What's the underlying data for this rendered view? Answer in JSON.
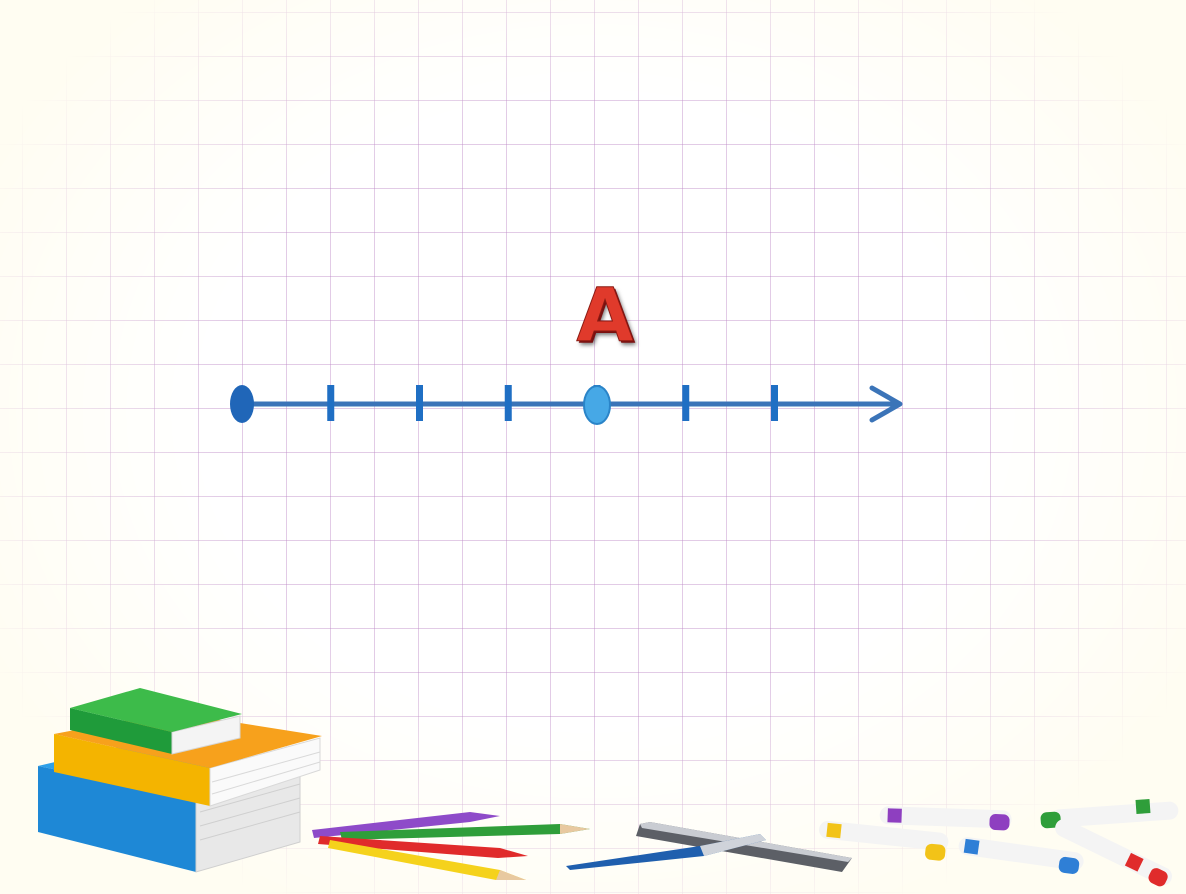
{
  "diagram": {
    "type": "number-line",
    "point_label": "A",
    "origin_marked": true,
    "unit_ticks": 7,
    "point_at_tick": 4,
    "direction": "right"
  },
  "colors": {
    "line": "#3b74b8",
    "tick": "#1f6fc4",
    "origin_point": "#2066b8",
    "point_a": "#46a8e6",
    "label": "#e03a2b",
    "grid": "#c9a3d4"
  },
  "decorations": [
    "books-stack-icon",
    "pencils-icon",
    "pen-icon",
    "ruler-icon",
    "markers-icon"
  ]
}
